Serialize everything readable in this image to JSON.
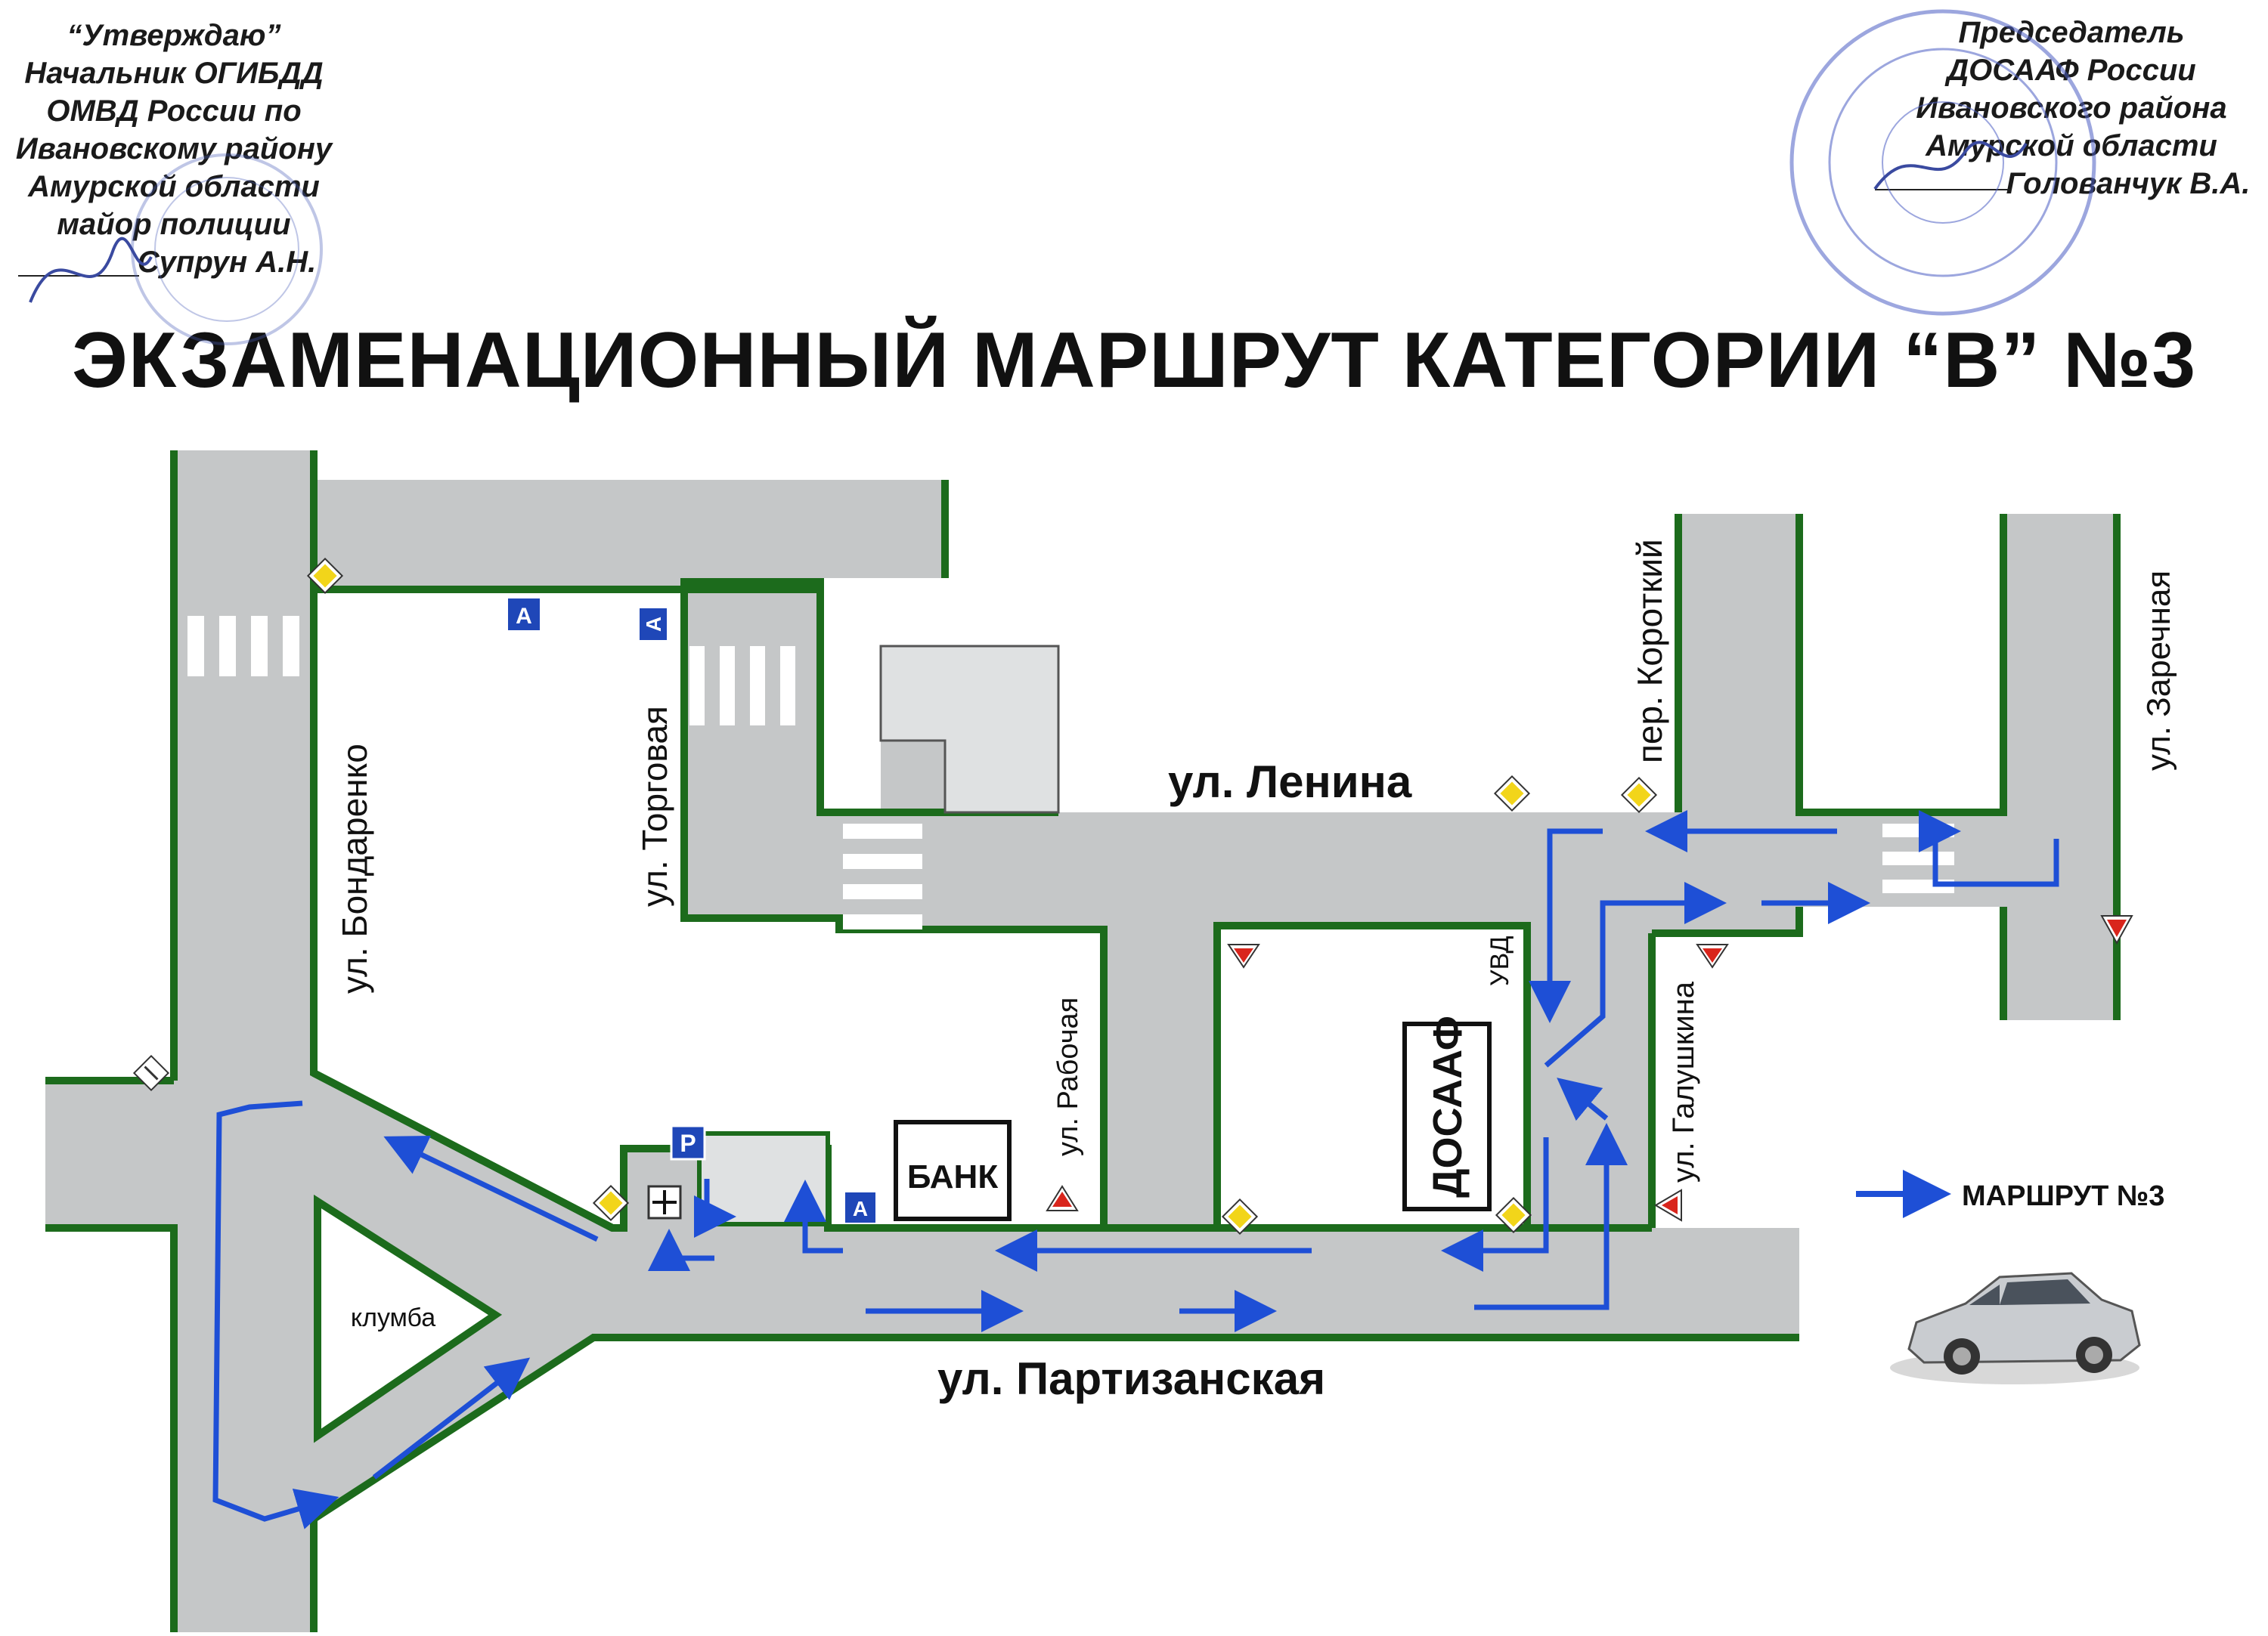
{
  "approval_left": {
    "line1": "“Утверждаю”",
    "line2": "Начальник ОГИБДД",
    "line3": "ОМВД России по",
    "line4": "Ивановскому району",
    "line5": "Амурской области",
    "line6": "майор полиции",
    "signature": "Супрун А.Н."
  },
  "approval_right": {
    "line1": "Председатель",
    "line2": "ДОСААФ России",
    "line3": "Ивановского района",
    "line4": "Амурской области",
    "signature": "Голованчук В.А."
  },
  "title": "ЭКЗАМЕНАЦИОННЫЙ МАРШРУТ КАТЕГОРИИ “В” №3",
  "streets": {
    "bondarenko": "ул. Бондаренко",
    "torgovaya": "ул. Торговая",
    "lenina": "ул. Ленина",
    "korotkiy": "пер. Короткий",
    "zarechnaya": "ул. Заречная",
    "rabochaya": "ул. Рабочая",
    "galushkina": "ул. Галушкина",
    "partizanskaya": "ул. Партизанская"
  },
  "buildings": {
    "uvd": "УВД",
    "dosaaf": "ДОСААФ",
    "bank": "БАНК",
    "flowerbed": "клумба"
  },
  "signs": {
    "bus_stop": "А",
    "parking": "Р"
  },
  "legend": {
    "label": "МАРШРУТ №3"
  },
  "colors": {
    "road": "#c5c7c8",
    "curb": "#1c6b1c",
    "route": "#1e4fd6",
    "sign_yellow": "#f2d51a",
    "sign_blue": "#1f47b8",
    "sign_red": "#d9251c"
  }
}
